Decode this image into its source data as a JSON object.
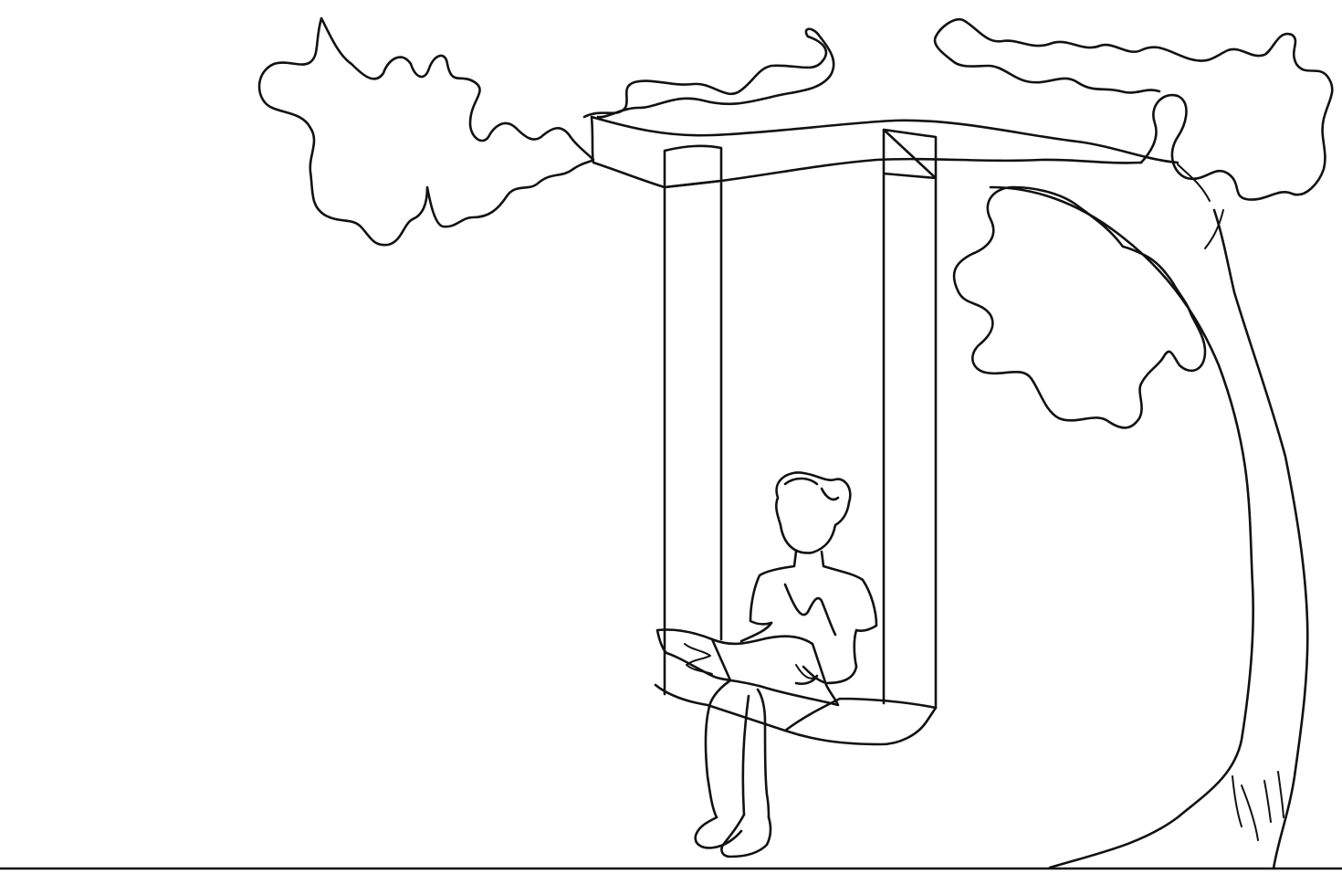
{
  "illustration": {
    "style": "continuous-line-drawing",
    "subject": [
      "tree",
      "swing",
      "boy",
      "book"
    ],
    "colors": {
      "background": "#ffffff",
      "line": "#111111"
    }
  }
}
